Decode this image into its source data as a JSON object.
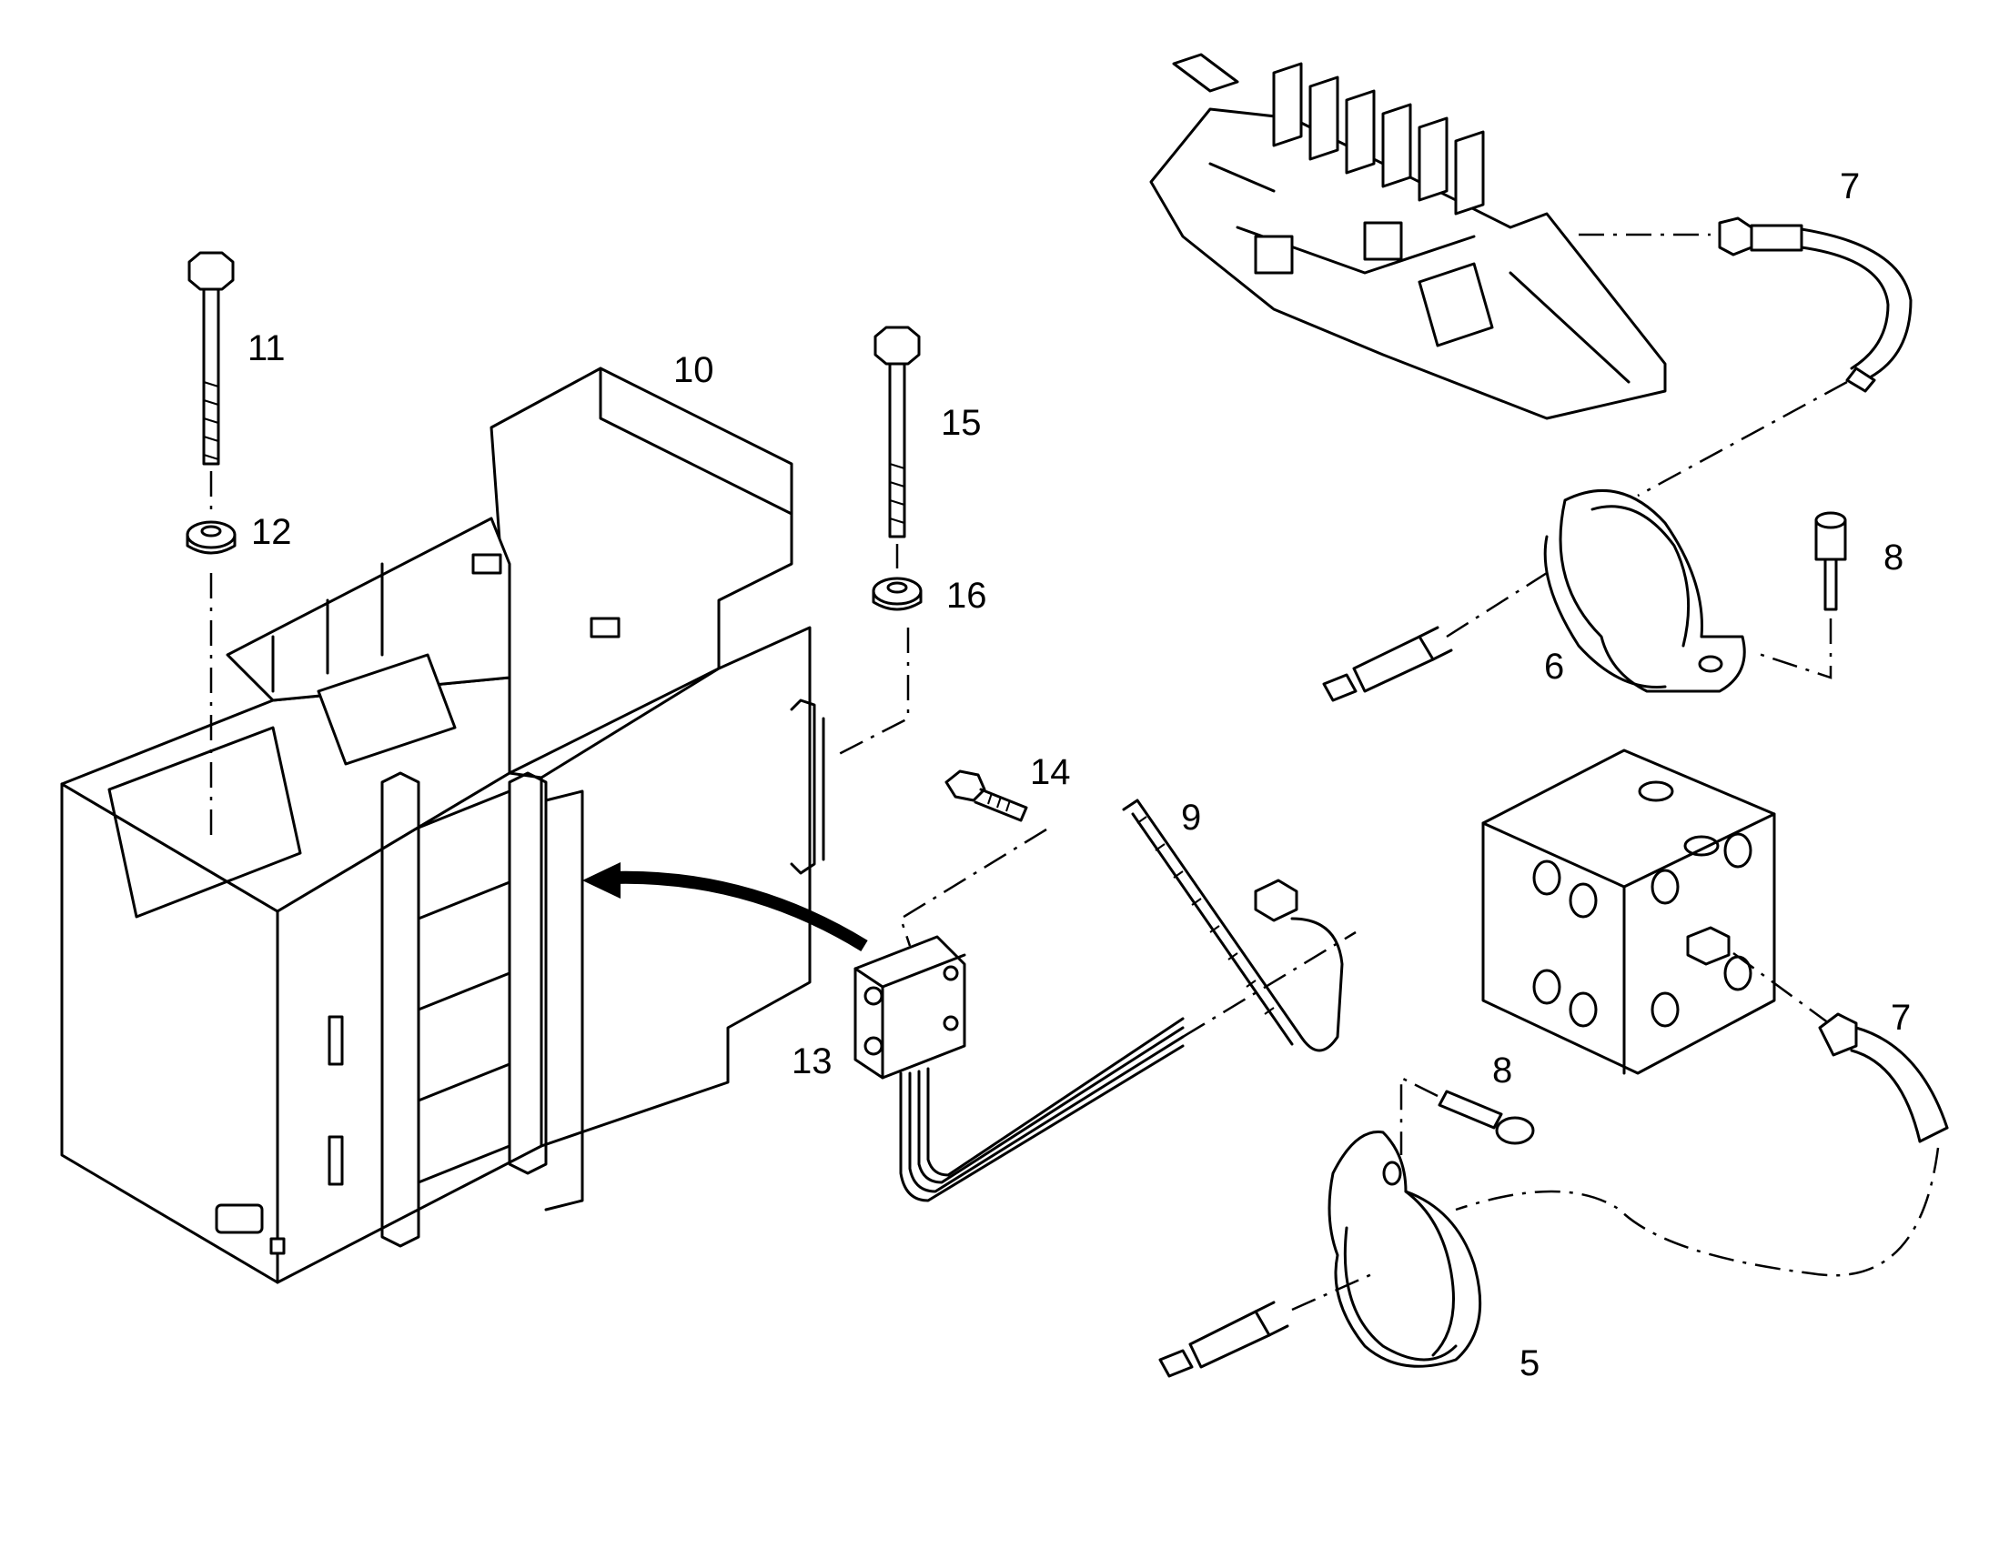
{
  "callouts": {
    "c5": "5",
    "c6": "6",
    "c7a": "7",
    "c7b": "7",
    "c8a": "8",
    "c8b": "8",
    "c9": "9",
    "c10": "10",
    "c11": "11",
    "c12": "12",
    "c13": "13",
    "c14": "14",
    "c15": "15",
    "c16": "16"
  }
}
